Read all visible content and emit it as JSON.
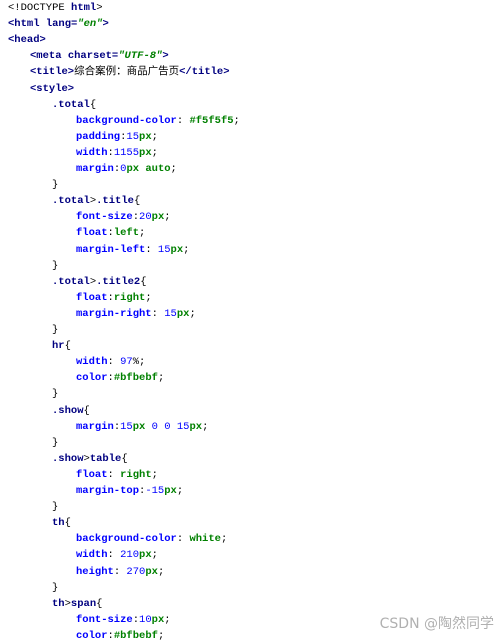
{
  "lines": [
    {
      "indent": 0,
      "tokens": [
        [
          "<!DOCTYPE ",
          "c-black n"
        ],
        [
          "html",
          "c-navy"
        ],
        [
          ">",
          "c-black n"
        ]
      ]
    },
    {
      "indent": 0,
      "tokens": [
        [
          "<html ",
          "c-navy"
        ],
        [
          "lang=",
          "c-navy"
        ],
        [
          "\"en\"",
          "c-str"
        ],
        [
          ">",
          "c-navy"
        ]
      ]
    },
    {
      "indent": 0,
      "tokens": [
        [
          "<head>",
          "c-navy"
        ]
      ]
    },
    {
      "indent": 1,
      "tokens": [
        [
          "<meta ",
          "c-navy"
        ],
        [
          "charset=",
          "c-navy"
        ],
        [
          "\"UTF-8\"",
          "c-str"
        ],
        [
          ">",
          "c-navy"
        ]
      ]
    },
    {
      "indent": 1,
      "tokens": [
        [
          "<title>",
          "c-navy"
        ],
        [
          "综合案例：商品广告页",
          "c-black n"
        ],
        [
          "</title>",
          "c-navy"
        ]
      ]
    },
    {
      "indent": 1,
      "tokens": [
        [
          "<style>",
          "c-navy"
        ]
      ]
    },
    {
      "indent": 2,
      "tokens": [
        [
          ".total",
          "c-navy"
        ],
        [
          "{",
          "c-black n"
        ]
      ]
    },
    {
      "indent": 3,
      "tokens": [
        [
          "background-color",
          "c-blue"
        ],
        [
          ": ",
          "c-black n"
        ],
        [
          "#f5f5f5",
          "c-green"
        ],
        [
          ";",
          "c-black n"
        ]
      ]
    },
    {
      "indent": 3,
      "tokens": [
        [
          "padding",
          "c-blue"
        ],
        [
          ":",
          "c-black n"
        ],
        [
          "15",
          "c-blue n"
        ],
        [
          "px",
          "c-green"
        ],
        [
          ";",
          "c-black n"
        ]
      ]
    },
    {
      "indent": 3,
      "tokens": [
        [
          "width",
          "c-blue"
        ],
        [
          ":",
          "c-black n"
        ],
        [
          "1155",
          "c-blue n"
        ],
        [
          "px",
          "c-green"
        ],
        [
          ";",
          "c-black n"
        ]
      ]
    },
    {
      "indent": 3,
      "tokens": [
        [
          "margin",
          "c-blue"
        ],
        [
          ":",
          "c-black n"
        ],
        [
          "0",
          "c-blue n"
        ],
        [
          "px auto",
          "c-green"
        ],
        [
          ";",
          "c-black n"
        ]
      ]
    },
    {
      "indent": 2,
      "tokens": [
        [
          "}",
          "c-black n"
        ]
      ]
    },
    {
      "indent": 2,
      "tokens": [
        [
          ".total",
          "c-navy"
        ],
        [
          ">",
          "c-black n"
        ],
        [
          ".title",
          "c-navy"
        ],
        [
          "{",
          "c-black n"
        ]
      ]
    },
    {
      "indent": 3,
      "tokens": [
        [
          "font-size",
          "c-blue"
        ],
        [
          ":",
          "c-black n"
        ],
        [
          "20",
          "c-blue n"
        ],
        [
          "px",
          "c-green"
        ],
        [
          ";",
          "c-black n"
        ]
      ]
    },
    {
      "indent": 3,
      "tokens": [
        [
          "float",
          "c-blue"
        ],
        [
          ":",
          "c-black n"
        ],
        [
          "left",
          "c-green"
        ],
        [
          ";",
          "c-black n"
        ]
      ]
    },
    {
      "indent": 3,
      "tokens": [
        [
          "margin-left",
          "c-blue"
        ],
        [
          ": ",
          "c-black n"
        ],
        [
          "15",
          "c-blue n"
        ],
        [
          "px",
          "c-green"
        ],
        [
          ";",
          "c-black n"
        ]
      ]
    },
    {
      "indent": 2,
      "tokens": [
        [
          "}",
          "c-black n"
        ]
      ]
    },
    {
      "indent": 2,
      "tokens": [
        [
          ".total",
          "c-navy"
        ],
        [
          ">",
          "c-black n"
        ],
        [
          ".title2",
          "c-navy"
        ],
        [
          "{",
          "c-black n"
        ]
      ]
    },
    {
      "indent": 3,
      "tokens": [
        [
          "float",
          "c-blue"
        ],
        [
          ":",
          "c-black n"
        ],
        [
          "right",
          "c-green"
        ],
        [
          ";",
          "c-black n"
        ]
      ]
    },
    {
      "indent": 3,
      "tokens": [
        [
          "margin-right",
          "c-blue"
        ],
        [
          ": ",
          "c-black n"
        ],
        [
          "15",
          "c-blue n"
        ],
        [
          "px",
          "c-green"
        ],
        [
          ";",
          "c-black n"
        ]
      ]
    },
    {
      "indent": 2,
      "tokens": [
        [
          "}",
          "c-black n"
        ]
      ]
    },
    {
      "indent": 2,
      "tokens": [
        [
          "hr",
          "c-navy"
        ],
        [
          "{",
          "c-black n"
        ]
      ]
    },
    {
      "indent": 3,
      "tokens": [
        [
          "width",
          "c-blue"
        ],
        [
          ": ",
          "c-black n"
        ],
        [
          "97",
          "c-blue n"
        ],
        [
          "%",
          "c-black n"
        ],
        [
          ";",
          "c-black n"
        ]
      ]
    },
    {
      "indent": 3,
      "tokens": [
        [
          "color",
          "c-blue"
        ],
        [
          ":",
          "c-black n"
        ],
        [
          "#bfbebf",
          "c-green"
        ],
        [
          ";",
          "c-black n"
        ]
      ]
    },
    {
      "indent": 2,
      "tokens": [
        [
          "}",
          "c-black n"
        ]
      ]
    },
    {
      "indent": 2,
      "tokens": [
        [
          ".show",
          "c-navy"
        ],
        [
          "{",
          "c-black n"
        ]
      ]
    },
    {
      "indent": 3,
      "tokens": [
        [
          "margin",
          "c-blue"
        ],
        [
          ":",
          "c-black n"
        ],
        [
          "15",
          "c-blue n"
        ],
        [
          "px ",
          "c-green"
        ],
        [
          "0 0 ",
          "c-blue n"
        ],
        [
          "15",
          "c-blue n"
        ],
        [
          "px",
          "c-green"
        ],
        [
          ";",
          "c-black n"
        ]
      ]
    },
    {
      "indent": 2,
      "tokens": [
        [
          "}",
          "c-black n"
        ]
      ]
    },
    {
      "indent": 2,
      "tokens": [
        [
          ".show",
          "c-navy"
        ],
        [
          ">",
          "c-black n"
        ],
        [
          "table",
          "c-navy"
        ],
        [
          "{",
          "c-black n"
        ]
      ]
    },
    {
      "indent": 3,
      "tokens": [
        [
          "float",
          "c-blue"
        ],
        [
          ": ",
          "c-black n"
        ],
        [
          "right",
          "c-green"
        ],
        [
          ";",
          "c-black n"
        ]
      ]
    },
    {
      "indent": 3,
      "tokens": [
        [
          "margin-top",
          "c-blue"
        ],
        [
          ":",
          "c-black n"
        ],
        [
          "-15",
          "c-blue n"
        ],
        [
          "px",
          "c-green"
        ],
        [
          ";",
          "c-black n"
        ]
      ]
    },
    {
      "indent": 2,
      "tokens": [
        [
          "}",
          "c-black n"
        ]
      ]
    },
    {
      "indent": 2,
      "tokens": [
        [
          "th",
          "c-navy"
        ],
        [
          "{",
          "c-black n"
        ]
      ]
    },
    {
      "indent": 3,
      "tokens": [
        [
          "background-color",
          "c-blue"
        ],
        [
          ": ",
          "c-black n"
        ],
        [
          "white",
          "c-green"
        ],
        [
          ";",
          "c-black n"
        ]
      ]
    },
    {
      "indent": 3,
      "tokens": [
        [
          "width",
          "c-blue"
        ],
        [
          ": ",
          "c-black n"
        ],
        [
          "210",
          "c-blue n"
        ],
        [
          "px",
          "c-green"
        ],
        [
          ";",
          "c-black n"
        ]
      ]
    },
    {
      "indent": 3,
      "tokens": [
        [
          "height",
          "c-blue"
        ],
        [
          ": ",
          "c-black n"
        ],
        [
          "270",
          "c-blue n"
        ],
        [
          "px",
          "c-green"
        ],
        [
          ";",
          "c-black n"
        ]
      ]
    },
    {
      "indent": 2,
      "tokens": [
        [
          "}",
          "c-black n"
        ]
      ]
    },
    {
      "indent": 2,
      "tokens": [
        [
          "th",
          "c-navy"
        ],
        [
          ">",
          "c-black n"
        ],
        [
          "span",
          "c-navy"
        ],
        [
          "{",
          "c-black n"
        ]
      ]
    },
    {
      "indent": 3,
      "tokens": [
        [
          "font-size",
          "c-blue"
        ],
        [
          ":",
          "c-black n"
        ],
        [
          "10",
          "c-blue n"
        ],
        [
          "px",
          "c-green"
        ],
        [
          ";",
          "c-black n"
        ]
      ]
    },
    {
      "indent": 3,
      "tokens": [
        [
          "color",
          "c-blue"
        ],
        [
          ":",
          "c-black n"
        ],
        [
          "#bfbebf",
          "c-green"
        ],
        [
          ";",
          "c-black n"
        ]
      ]
    }
  ],
  "watermark": "CSDN @陶然同学"
}
